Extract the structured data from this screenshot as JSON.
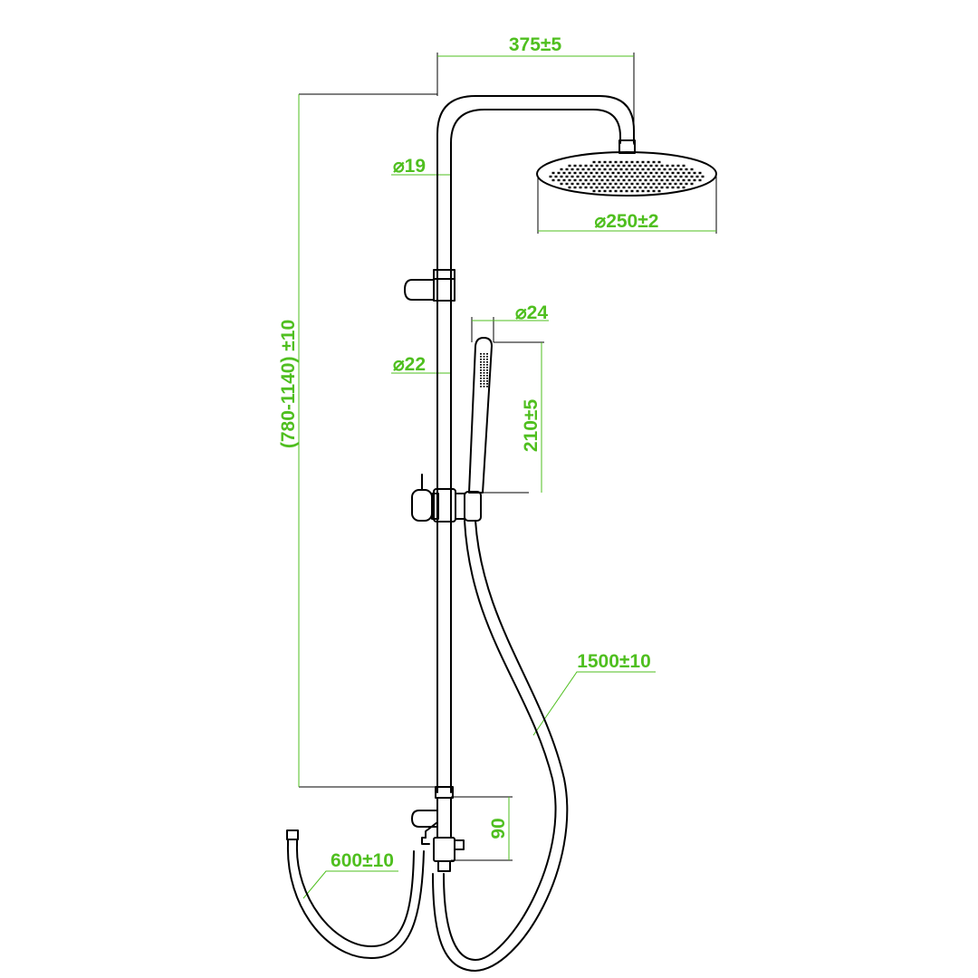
{
  "diagram": {
    "dimensions": {
      "arm_length": "375±5",
      "rail_diameter_top": "⌀19",
      "head_diameter": "⌀250±2",
      "rail_diameter": "⌀22",
      "handshower_diameter": "⌀24",
      "handshower_length": "210±5",
      "column_height": "(780-1140) ±10",
      "hose_length": "1500±10",
      "inlet_hose_length": "600±10",
      "outlet_height": "90"
    },
    "colors": {
      "label": "#4fbf1f",
      "line": "#000000"
    }
  }
}
